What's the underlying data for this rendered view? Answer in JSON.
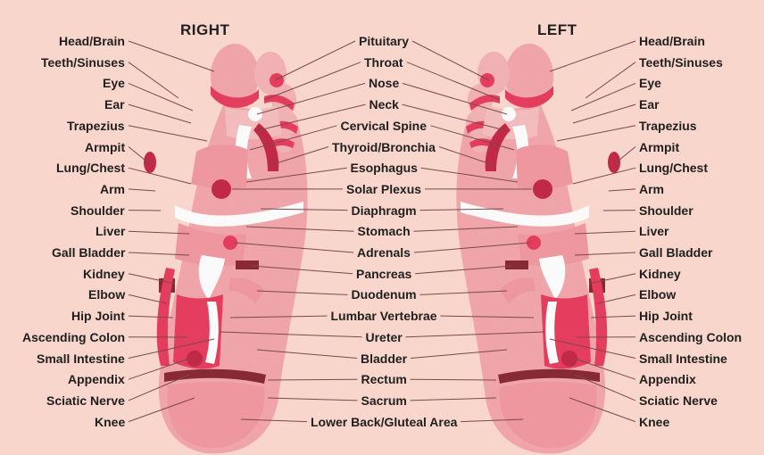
{
  "headings": {
    "right": "RIGHT",
    "left": "LEFT"
  },
  "left_column": [
    "Head/Brain",
    "Teeth/Sinuses",
    "Eye",
    "Ear",
    "Trapezius",
    "Armpit",
    "Lung/Chest",
    "Arm",
    "Shoulder",
    "Liver",
    "Gall Bladder",
    "Kidney",
    "Elbow",
    "Hip Joint",
    "Ascending Colon",
    "Small Intestine",
    "Appendix",
    "Sciatic Nerve",
    "Knee"
  ],
  "center_column": [
    "Pituitary",
    "Throat",
    "Nose",
    "Neck",
    "Cervical Spine",
    "Thyroid/Bronchia",
    "Esophagus",
    "Solar Plexus",
    "Diaphragm",
    "Stomach",
    "Adrenals",
    "Pancreas",
    "Duodenum",
    "Lumbar Vertebrae",
    "Ureter",
    "Bladder",
    "Rectum",
    "Sacrum",
    "Lower Back/Gluteal Area"
  ],
  "right_column": [
    "Head/Brain",
    "Teeth/Sinuses",
    "Eye",
    "Ear",
    "Trapezius",
    "Armpit",
    "Lung/Chest",
    "Arm",
    "Shoulder",
    "Liver",
    "Gall Bladder",
    "Kidney",
    "Elbow",
    "Hip Joint",
    "Ascending Colon",
    "Small Intestine",
    "Appendix",
    "Sciatic Nerve",
    "Knee"
  ],
  "colors": {
    "background": "#f8d6cc",
    "foot_base": "#f4a8ad",
    "foot_light": "#f7bfc0",
    "accent_red": "#e83e5f",
    "deep_red": "#c42a48",
    "dark_maroon": "#8a2a36",
    "white": "#ffffff",
    "leader_line": "#7a4a4a",
    "text": "#1f1f1f"
  }
}
